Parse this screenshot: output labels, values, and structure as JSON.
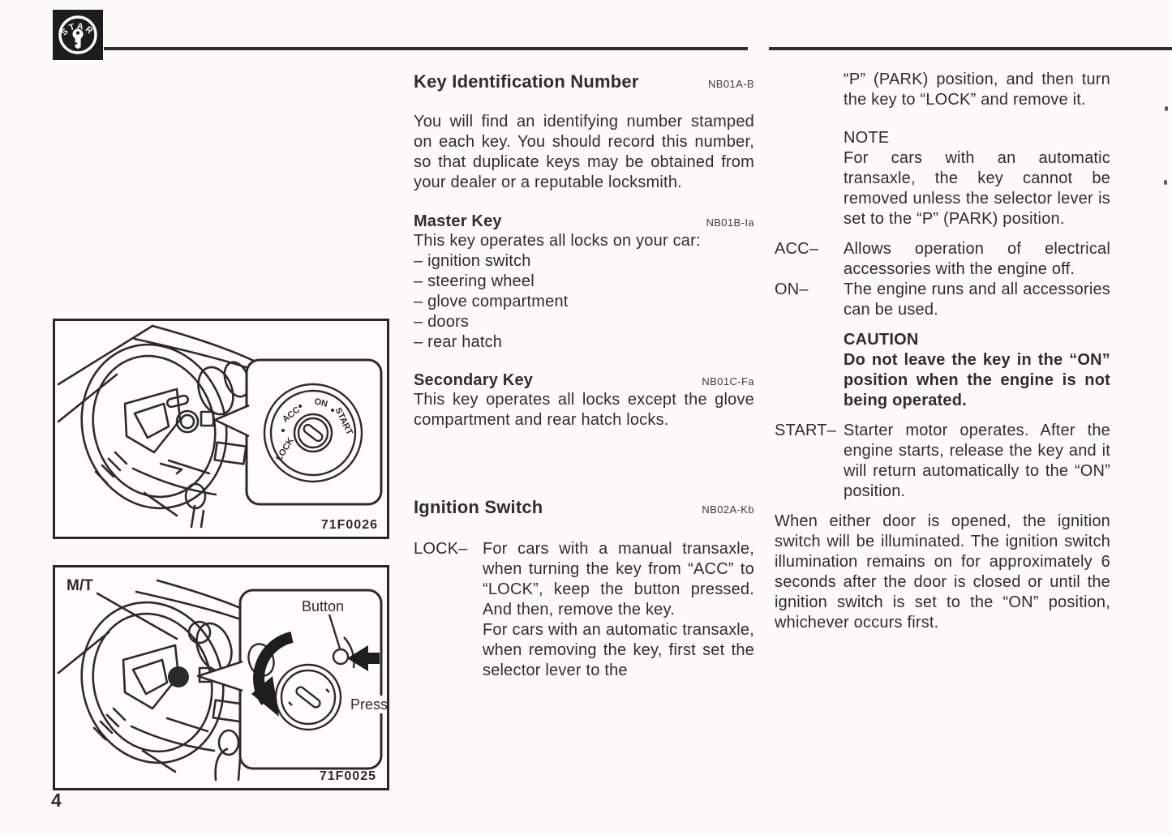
{
  "icon": {
    "label": "START"
  },
  "page_number": "4",
  "middle_column": {
    "key_id": {
      "title": "Key Identification Number",
      "code": "NB01A-B",
      "body": "You will find an identifying number stamped on each key. You should record this number, so that duplicate keys may be obtained from your dealer or a reputable locksmith."
    },
    "master_key": {
      "title": "Master Key",
      "code": "NB01B-Ia",
      "intro": "This key operates all locks on your car:",
      "items": [
        "– ignition switch",
        "– steering wheel",
        "– glove compartment",
        "– doors",
        "– rear hatch"
      ]
    },
    "secondary_key": {
      "title": "Secondary Key",
      "code": "NB01C-Fa",
      "body": "This key operates all locks except the glove compartment and rear hatch locks."
    },
    "ignition_switch": {
      "title": "Ignition Switch",
      "code": "NB02A-Kb",
      "lock_label": "LOCK–",
      "lock_para1": "For cars with a manual transaxle, when turning the key from “ACC” to “LOCK”, keep the button pressed. And then, remove the key.",
      "lock_para2": "For cars with an automatic transaxle, when removing the key, first set the selector lever to the"
    }
  },
  "right_column": {
    "continuation": "“P” (PARK) position, and then turn the key to “LOCK” and remove it.",
    "note_title": "NOTE",
    "note_body": "For cars with an automatic transaxle, the key cannot be removed unless the selector lever is set to the “P” (PARK) position.",
    "acc_label": "ACC–",
    "acc_text": "Allows operation of electrical accessories with the engine off.",
    "on_label": "ON–",
    "on_text": "The engine runs and all accessories can be used.",
    "caution_title": "CAUTION",
    "caution_body": "Do not leave the key in the “ON” position when the engine is not being operated.",
    "start_label": "START–",
    "start_text": "Starter motor operates. After the engine starts, release the key and it will return automatically to the “ON” position.",
    "closing": "When either door is opened, the ignition switch will be illuminated. The ignition switch illumination remains on for approximately 6 seconds after the door is closed or until the ignition switch is set to the “ON” position, whichever occurs first."
  },
  "figures": {
    "fig1": {
      "code": "71F0026",
      "dial_labels": [
        "LOCK",
        "ACC",
        "ON",
        "START"
      ]
    },
    "fig2": {
      "code": "71F0025",
      "transmission_label": "M/T",
      "button_label": "Button",
      "press_label": "Press"
    }
  }
}
